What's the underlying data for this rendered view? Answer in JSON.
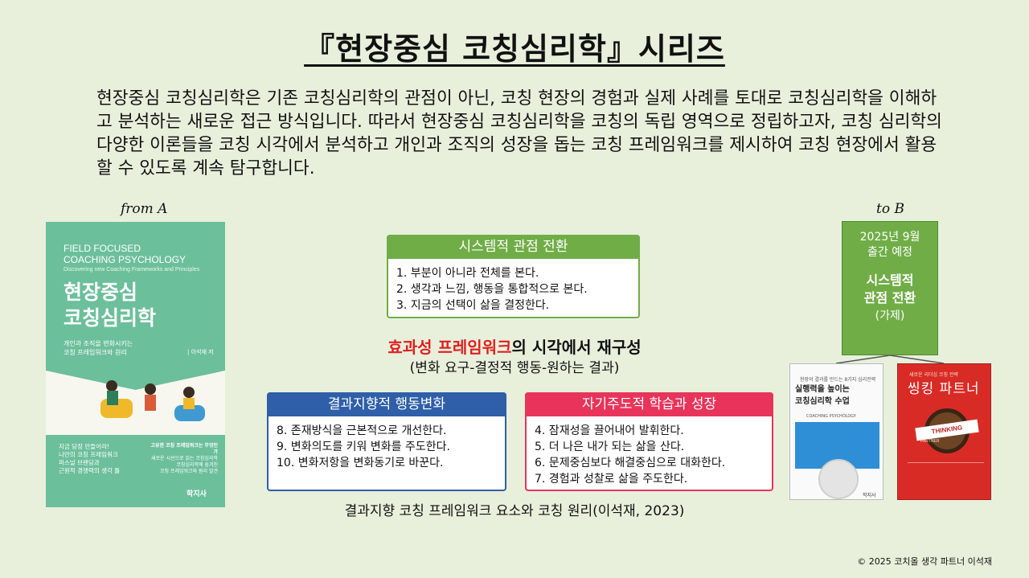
{
  "title": "『현장중심 코칭심리학』시리즈",
  "intro": "현장중심 코칭심리학은 기존 코칭심리학의 관점이 아닌, 코칭 현장의 경험과 실제 사례를 토대로 코칭심리학을 이해하고 분석하는 새로운 접근 방식입니다. 따라서 현장중심 코칭심리학을 코칭의 독립 영역으로 정립하고자, 코칭 심리학의 다양한 이론들을 코칭 시각에서 분석하고 개인과 조직의 성장을 돕는 코칭 프레임워크를 제시하여 코칭 현장에서 활용할 수 있도록 계속 탐구합니다.",
  "from_label": "from A",
  "to_label": "to B",
  "book_left": {
    "en_title_1": "FIELD FOCUSED",
    "en_title_2": "COACHING PSYCHOLOGY",
    "en_subtitle": "Discovering new Coaching Frameworks and Principles",
    "title_1": "현장중심",
    "title_2": "코칭심리학",
    "subtitle_1": "개인과 조직을 변화시키는",
    "subtitle_2": "코칭 프레임워크와 원리",
    "author": "| 이석재 저",
    "left_lines": [
      "지금 당장 만들어라!",
      "나만의 코칭 프레임워크",
      "퍼스널 브랜딩과",
      "근원적 경쟁력의 생각 틀"
    ],
    "right_heading": "고유한 코칭 프레임워크는 무엇인가",
    "right_lines": [
      "새로운 시선으로 읽는 코칭심리학",
      "코칭심리학에 숨겨진",
      "코칭 프레임워크와 원리 발견"
    ],
    "publisher": "학지사"
  },
  "boxes": {
    "top": {
      "header": "시스템적 관점 전환",
      "items": [
        "1. 부분이 아니라 전체를 본다.",
        "2. 생각과 느낌, 행동을 통합적으로 본다.",
        "3. 지금의 선택이 삶을 결정한다."
      ],
      "color": "#70ad47"
    },
    "left": {
      "header": "결과지향적 행동변화",
      "items": [
        "8. 존재방식을 근본적으로 개선한다.",
        "9. 변화의도를 키워 변화를 주도한다.",
        "10. 변화저항을 변화동기로 바꾼다."
      ],
      "color": "#2e5fa8"
    },
    "right": {
      "header": "자기주도적 학습과 성장",
      "items": [
        "4. 잠재성을 끌어내어 발휘한다.",
        "5. 더 나은 내가 되는 삶을 산다.",
        "6. 문제중심보다 해결중심으로 대화한다.",
        "7. 경험과 성찰로 삶을 주도한다."
      ],
      "color": "#e8345a"
    }
  },
  "center": {
    "title_highlight": "효과성 프레임워크",
    "title_rest": "의 시각에서 재구성",
    "subtitle": "(변화 요구-결정적 행동-원하는 결과)",
    "highlight_color": "#e02020"
  },
  "caption": "결과지향 코칭 프레임워크 요소와 코칭 원리(이석재, 2023)",
  "green_box": {
    "date_1": "2025년 9월",
    "date_2": "출간 예정",
    "title_1": "시스템적",
    "title_2": "관점 전환",
    "note": "(가제)"
  },
  "book_r1": {
    "small": "현장의 결과를 만드는 8가지 심리전략",
    "title_1": "실행력을 높이는",
    "title_2": "코칭심리학 수업",
    "en": "COACHING PSYCHOLOGY",
    "publisher": "학지사"
  },
  "book_r2": {
    "small": "새로운 리더십 코칭 전략",
    "title": "씽킹 파트너",
    "band": "THINKING",
    "band2": "PARTNER"
  },
  "copyright": "© 2025 코치올 생각 파트너 이석재"
}
